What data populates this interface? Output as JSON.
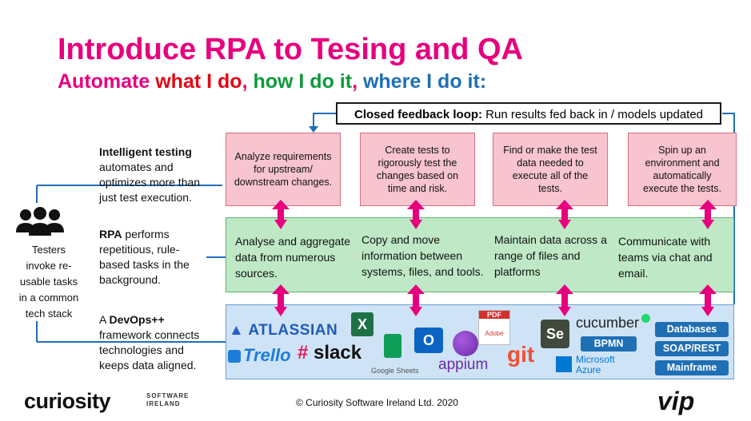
{
  "title": "Introduce RPA to Tesing and QA",
  "subtitle": {
    "part1": "Automate ",
    "part2": "what I do",
    "sep1": ", ",
    "part3": "how I do it",
    "sep2": ", ",
    "part4": "where I do it:"
  },
  "feedback_loop": {
    "bold": "Closed feedback loop:",
    "text": " Run results fed back in / models updated"
  },
  "steps": [
    {
      "top": "Analyze requirements for upstream/ downstream changes.",
      "rpa": "Analyse and aggregate data from numerous sources."
    },
    {
      "top": "Create tests to rigorously test the changes based on time and risk.",
      "rpa": "Copy  and move information between systems, files, and tools."
    },
    {
      "top": "Find or make the test data needed to execute all of the tests.",
      "rpa": "Maintain data across a range of files and platforms"
    },
    {
      "top": "Spin up an environment and automatically execute the tests.",
      "rpa": "Communicate with teams via chat and email."
    }
  ],
  "left": {
    "intelligent_bold": "Intelligent testing",
    "intelligent_text": "automates and optimizes more than just test execution.",
    "rpa_bold": "RPA",
    "rpa_text": " performs repetitious, rule-based tasks in the background.",
    "devops_pre": "A ",
    "devops_bold": "DevOps++",
    "devops_text": " framework connects technologies and keeps data aligned.",
    "testers": "Testers invoke re-usable tasks in a common tech stack"
  },
  "tech_logos": {
    "atlassian": "ATLASSIAN",
    "trello": "Trello",
    "slack": "slack",
    "google_sheets": "Google Sheets",
    "appium": "appium",
    "pdf": "PDF",
    "adobe": "Adobe",
    "git": "git",
    "selenium": "Se",
    "cucumber": "cucumber",
    "microsoft_azure": "Microsoft Azure",
    "bpmn": "BPMN"
  },
  "tags": [
    "Databases",
    "SOAP/REST",
    "Mainframe"
  ],
  "footer": {
    "copyright": "© Curiosity Software Ireland Ltd. 2020",
    "curiosity": "curiosity",
    "curiosity_small": "SOFTWARE IRELAND",
    "vip": "vip"
  },
  "colors": {
    "title": "#e6007e",
    "what": "#e30613",
    "how": "#0e9a3c",
    "where": "#1f6fb5",
    "arrow": "#e6007e"
  }
}
